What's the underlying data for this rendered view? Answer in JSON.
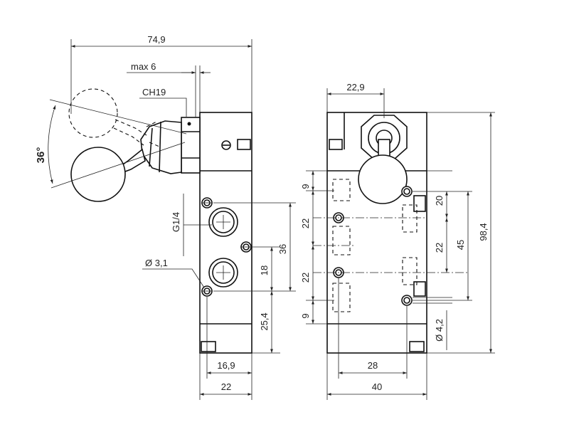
{
  "dimensions": {
    "overall_width": "74,9",
    "max_6": "max 6",
    "ch19": "CH19",
    "angle": "36°",
    "g14": "G1/4",
    "hole_31": "Ø 3,1",
    "d_36": "36",
    "d_18": "18",
    "d_254": "25,4",
    "d_169": "16,9",
    "d_22_left_bottom": "22",
    "d_229": "22,9",
    "d_9_top": "9",
    "d_22_a": "22",
    "d_22_b": "22",
    "d_9_bottom": "9",
    "d_20": "20",
    "d_22_right": "22",
    "d_45": "45",
    "d_984": "98,4",
    "hole_42": "Ø 4,2",
    "d_28": "28",
    "d_40": "40"
  }
}
